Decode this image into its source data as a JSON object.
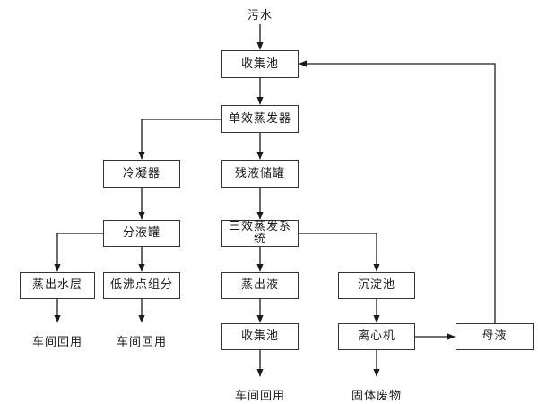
{
  "diagram": {
    "type": "process-flowchart",
    "nodes": {
      "source": "污水",
      "collection_pool": "收集池",
      "single_effect_evaporator": "单效蒸发器",
      "condenser": "冷凝器",
      "residue_tank": "残液储罐",
      "separator_tank": "分液罐",
      "triple_effect_system": "三效蒸发系统",
      "distilled_water_layer": "蒸出水层",
      "low_boiling_component": "低沸点组分",
      "distillate": "蒸出液",
      "sedimentation_tank": "沉淀池",
      "collection_pool_2": "收集池",
      "centrifuge": "离心机",
      "mother_liquor": "母液",
      "out_workshop_reuse_1": "车间回用",
      "out_workshop_reuse_2": "车间回用",
      "out_workshop_reuse_3": "车间回用",
      "out_solid_waste": "固体废物"
    },
    "edges": [
      [
        "source",
        "collection_pool"
      ],
      [
        "collection_pool",
        "single_effect_evaporator"
      ],
      [
        "single_effect_evaporator",
        "condenser"
      ],
      [
        "single_effect_evaporator",
        "residue_tank"
      ],
      [
        "condenser",
        "separator_tank"
      ],
      [
        "residue_tank",
        "triple_effect_system"
      ],
      [
        "separator_tank",
        "distilled_water_layer"
      ],
      [
        "separator_tank",
        "low_boiling_component"
      ],
      [
        "triple_effect_system",
        "distillate"
      ],
      [
        "triple_effect_system",
        "sedimentation_tank"
      ],
      [
        "distilled_water_layer",
        "out_workshop_reuse_1"
      ],
      [
        "low_boiling_component",
        "out_workshop_reuse_2"
      ],
      [
        "distillate",
        "collection_pool_2"
      ],
      [
        "collection_pool_2",
        "out_workshop_reuse_3"
      ],
      [
        "sedimentation_tank",
        "centrifuge"
      ],
      [
        "centrifuge",
        "out_solid_waste"
      ],
      [
        "centrifuge",
        "mother_liquor"
      ],
      [
        "mother_liquor",
        "collection_pool"
      ]
    ]
  }
}
